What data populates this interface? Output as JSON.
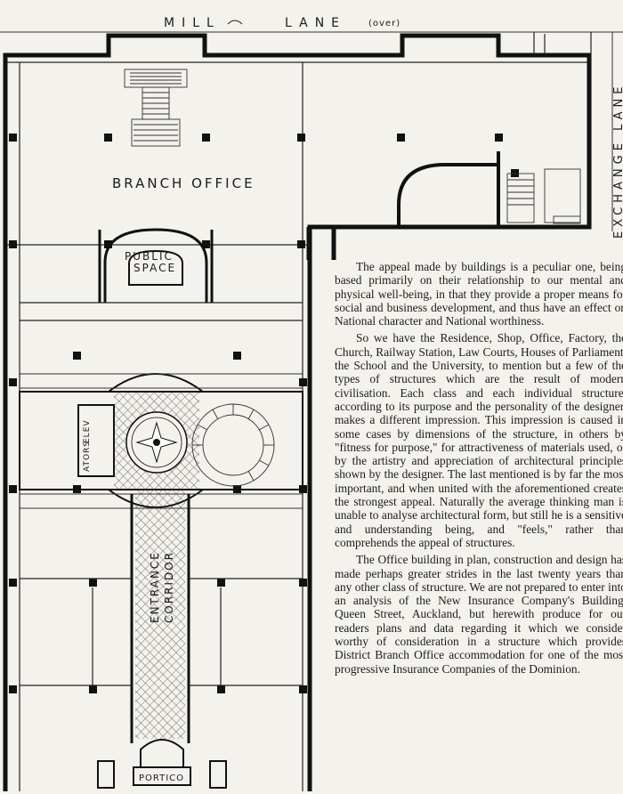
{
  "labels": {
    "mill_lane": "MILL",
    "mill_lane_2": "LANE",
    "mill_lane_over": "(over)",
    "exchange_lane": "EXCHANGE  LANE",
    "branch_office": "BRANCH   OFFICE",
    "public_space_1": "PUBLIC",
    "public_space_2": "SPACE",
    "elevators_1": "ELEV",
    "elevators_2": "ATORS",
    "entrance_corridor_1": "ENTRANCE",
    "entrance_corridor_2": "CORRIDOR",
    "portico": "PORTICO"
  },
  "article": {
    "paragraphs": [
      "The appeal made by buildings is a peculiar one, being based primarily on their relationship to our mental and physical well-being, in that they provide a proper means for social and business development, and thus have an effect on National character and National worthiness.",
      "So we have the Residence, Shop, Office, Factory, the Church, Railway Station, Law Courts, Houses of Parliament, the School and the University, to mention but a few of the types of structures which are the result of modern civilisation. Each class and each individual structure, according to its purpose and the personality of the designer, makes a different impression. This impression is caused in some cases by dimensions of the structure, in others by \"fitness for purpose,\" for attractiveness of materials used, or by the artistry and appreciation of architectural principles shown by the designer. The last mentioned is by far the most important, and when united with the aforementioned creates the strongest appeal. Naturally the average thinking man is unable to analyse architectural form, but still he is a sensitive and understanding being, and \"feels,\" rather than comprehends the appeal of structures.",
      "The Office building in plan, construction and design has made perhaps greater strides in the last twenty years than any other class of structure. We are not prepared to enter into an analysis of the New Insurance Company's Building, Queen Street, Auckland, but herewith produce for our readers plans and data regarding it which we consider worthy of consideration in a structure which provides District Branch Office accommodation for one of the most progressive Insurance Companies of the Dominion."
    ]
  }
}
